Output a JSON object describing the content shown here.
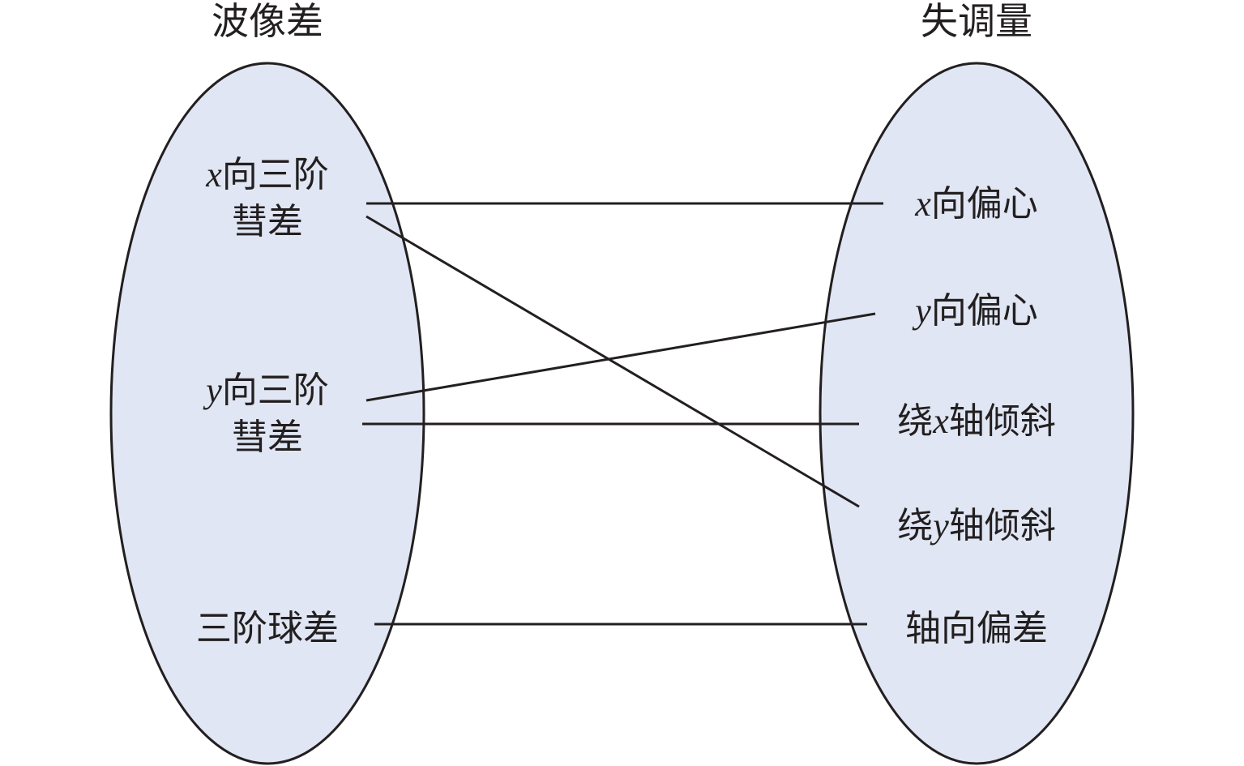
{
  "left_group": {
    "title": "波像差",
    "items": [
      {
        "id": "x_coma",
        "line1_var": "x",
        "line1_rest": "向三阶",
        "line2": "彗差"
      },
      {
        "id": "y_coma",
        "line1_var": "y",
        "line1_rest": "向三阶",
        "line2": "彗差"
      },
      {
        "id": "spherical",
        "line1_var": "",
        "line1_rest": "三阶球差",
        "line2": ""
      }
    ]
  },
  "right_group": {
    "title": "失调量",
    "items": [
      {
        "id": "x_decenter",
        "pre": "",
        "var": "x",
        "post": "向偏心"
      },
      {
        "id": "y_decenter",
        "pre": "",
        "var": "y",
        "post": "向偏心"
      },
      {
        "id": "x_tilt",
        "pre": "绕",
        "var": "x",
        "post": "轴倾斜"
      },
      {
        "id": "y_tilt",
        "pre": "绕",
        "var": "y",
        "post": "轴倾斜"
      },
      {
        "id": "axial",
        "pre": "",
        "var": "",
        "post": "轴向偏差"
      }
    ]
  },
  "connections": [
    {
      "from": "x_coma",
      "to": "x_decenter"
    },
    {
      "from": "x_coma",
      "to": "y_tilt"
    },
    {
      "from": "y_coma",
      "to": "y_decenter"
    },
    {
      "from": "y_coma",
      "to": "x_tilt"
    },
    {
      "from": "spherical",
      "to": "axial"
    }
  ],
  "colors": {
    "ellipse_fill": "#e0e6f3",
    "stroke": "#231f20",
    "text": "#231f20"
  }
}
